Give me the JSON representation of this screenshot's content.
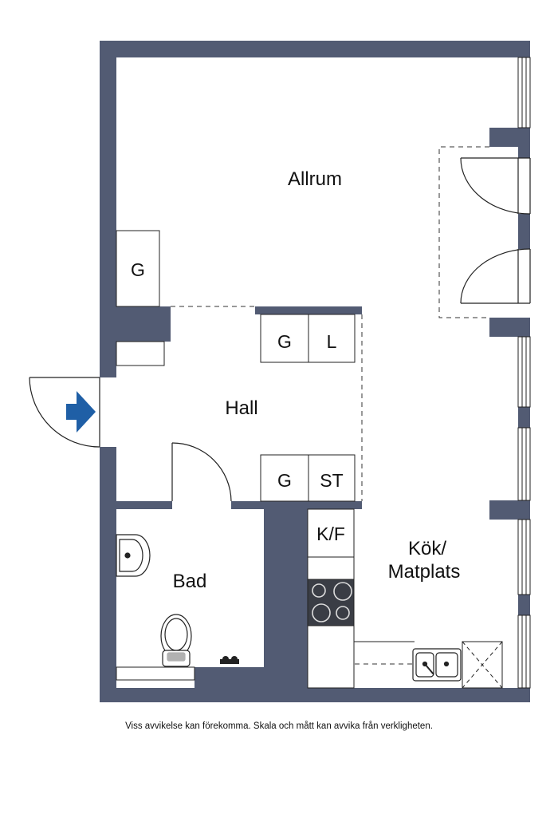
{
  "colors": {
    "wall": "#525b73",
    "line": "#222222",
    "arrow": "#1f5fa6",
    "background": "#ffffff"
  },
  "rooms": {
    "allrum": "Allrum",
    "hall": "Hall",
    "bad": "Bad",
    "kok_line1": "Kök/",
    "kok_line2": "Matplats"
  },
  "fixtures": {
    "g_allrum": "G",
    "g_hall_top": "G",
    "l_hall": "L",
    "g_hall_bottom": "G",
    "st_hall": "ST",
    "kf_kitchen": "K/F"
  },
  "icons": {
    "entrance": "entrance-arrow-icon",
    "stove": "stove-icon",
    "sink": "sink-icon",
    "toilet": "toilet-icon",
    "washbasin": "washbasin-icon",
    "faucet": "faucet-icon"
  },
  "footer": {
    "disclaimer": "Viss avvikelse kan förekomma. Skala och mått kan avvika från verkligheten."
  }
}
